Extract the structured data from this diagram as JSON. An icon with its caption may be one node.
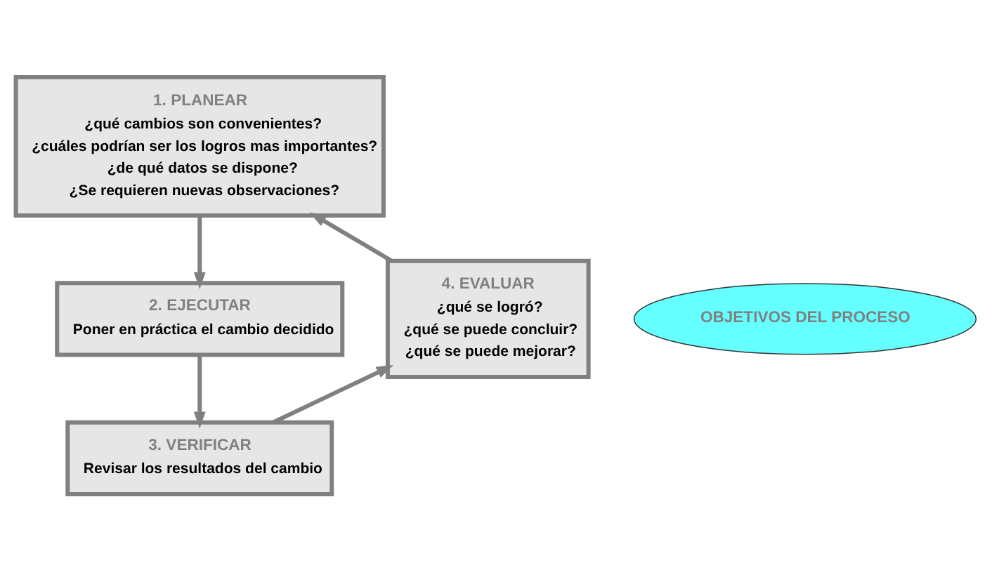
{
  "diagram": {
    "nodes": [
      {
        "text": [
          "1. PLANEAR",
          "¿qué cambios son convenientes?",
          "¿cuáles podrían ser los logros mas importantes?",
          "¿de qué datos se dispone?",
          "¿Se requieren nuevas observaciones?"
        ]
      },
      {
        "text": [
          "2. EJECUTAR",
          "Poner en práctica el cambio decidido"
        ]
      },
      {
        "text": [
          "3. VERIFICAR",
          "Revisar los resultados del cambio"
        ]
      },
      {
        "text": [
          "4. EVALUAR",
          "¿qué se logró?",
          "¿qué se puede concluir?",
          "¿qué se puede mejorar?"
        ]
      },
      {
        "text": [
          "OBJETIVOS DEL PROCESO"
        ]
      }
    ],
    "edges": [
      {
        "from": 0,
        "to": 1,
        "arrow": "to"
      },
      {
        "from": 1,
        "to": 2,
        "arrow": "to"
      },
      {
        "from": 2,
        "to": 3,
        "arrow": "to"
      },
      {
        "from": 3,
        "to": 0,
        "arrow": "to"
      }
    ]
  }
}
